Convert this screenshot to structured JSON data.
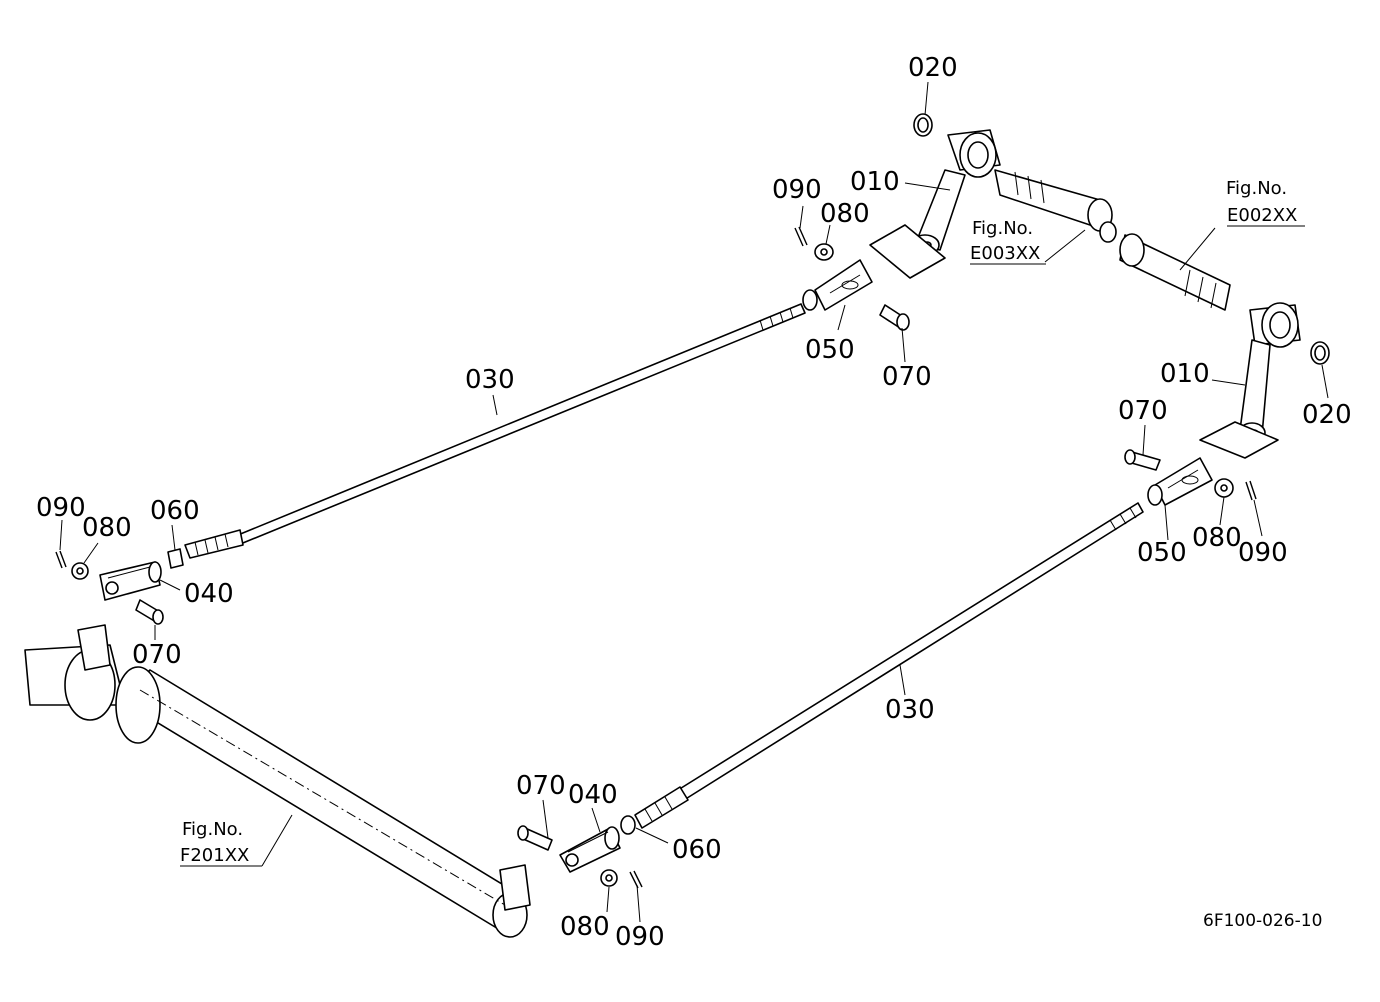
{
  "callouts": {
    "c010_top": "010",
    "c010_right": "010",
    "c020_top": "020",
    "c020_right": "020",
    "c030_upper": "030",
    "c030_lower": "030",
    "c040_left": "040",
    "c040_bottom": "040",
    "c050_top": "050",
    "c050_right": "050",
    "c060_left": "060",
    "c060_bottom": "060",
    "c070_top": "070",
    "c070_right": "070",
    "c070_left": "070",
    "c070_bottom": "070",
    "c080_top": "080",
    "c080_right": "080",
    "c080_left": "080",
    "c080_bottom": "080",
    "c090_top": "090",
    "c090_right": "090",
    "c090_left": "090",
    "c090_bottom": "090"
  },
  "figure_refs": {
    "e003": {
      "prefix": "Fig.No.",
      "code": "E003XX"
    },
    "e002": {
      "prefix": "Fig.No.",
      "code": "E002XX"
    },
    "f201": {
      "prefix": "Fig.No.",
      "code": "F201XX"
    }
  },
  "drawing_code": "6F100-026-10",
  "icons": {
    "washer": "washer-icon",
    "pin": "clevis-pin-icon",
    "cotter": "cotter-pin-icon"
  }
}
